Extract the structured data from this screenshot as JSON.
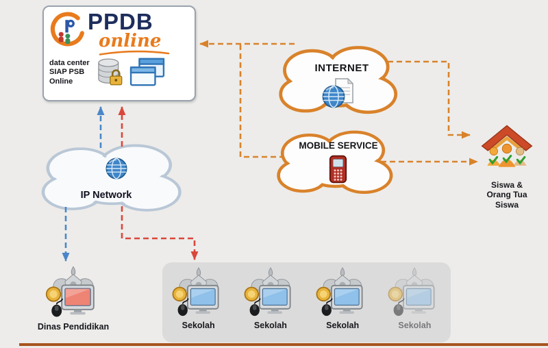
{
  "colors": {
    "background": "#edecea",
    "orange_line": "#d9822b",
    "blue_line": "#4a86c8",
    "red_line": "#d9473a",
    "baseline_brown": "#a8531e",
    "ppdb_navy": "#1d2d5c",
    "online_orange": "#e87b1e",
    "sekolah_group_bg": "#dbdbdb"
  },
  "datacenter": {
    "logo_ppdb": "PPDB",
    "logo_online": "online",
    "caption_line1": "data center",
    "caption_line2": "SIAP PSB",
    "caption_line3": "Online"
  },
  "clouds": {
    "internet": {
      "label": "INTERNET"
    },
    "mobile": {
      "label": "MOBILE SERVICE"
    },
    "ip": {
      "label": "IP Network"
    }
  },
  "nodes": {
    "siswa": {
      "label_line1": "Siswa &",
      "label_line2": "Orang Tua Siswa"
    },
    "dinas": {
      "label": "Dinas Pendidikan"
    },
    "sekolah": [
      {
        "label": "Sekolah"
      },
      {
        "label": "Sekolah"
      },
      {
        "label": "Sekolah"
      },
      {
        "label": "Sekolah"
      }
    ]
  }
}
